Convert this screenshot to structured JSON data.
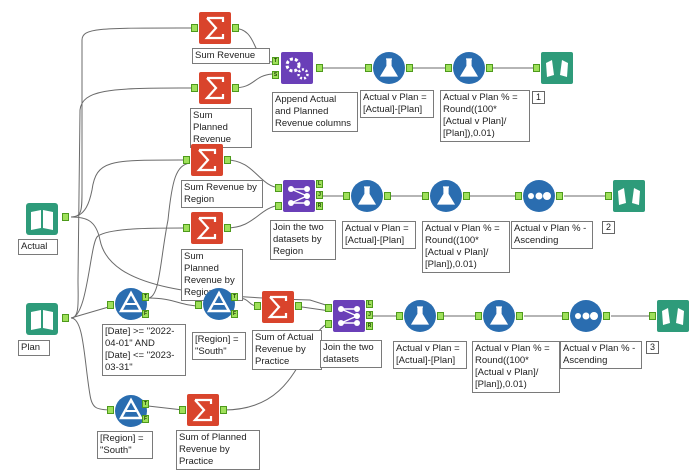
{
  "colors": {
    "summarize": "#d9442c",
    "input": "#2e9b7a",
    "filter": "#2a6db0",
    "formula": "#2a6db0",
    "join": "#6a3fb8",
    "append": "#6a3fb8",
    "sort": "#2a6db0",
    "browse": "#2e9b7a"
  },
  "inputs": {
    "actual": {
      "label": "Actual",
      "icon": "book-icon"
    },
    "plan": {
      "label": "Plan",
      "icon": "book-icon"
    }
  },
  "flow1": {
    "sum_revenue": "Sum Revenue",
    "sum_planned": "Sum Planned\nRevenue",
    "append": "Append Actual\nand Planned\nRevenue columns",
    "formula1": "Actual v Plan =\n[Actual]-[Plan]",
    "formula2": "Actual v Plan % =\nRound((100*\n[Actual v Plan]/\n[Plan]),0.01)",
    "browse_badge": "1"
  },
  "flow2": {
    "sum_revenue": "Sum Revenue by\nRegion",
    "sum_planned": "Sum Planned\nRevenue by\nRegion",
    "join": "Join the two\ndatasets by\nRegion",
    "formula1": "Actual v Plan =\n[Actual]-[Plan]",
    "formula2": "Actual v Plan % =\nRound((100*\n[Actual v Plan]/\n[Plan]),0.01)",
    "sort": "Actual v Plan % -\nAscending",
    "browse_badge": "2"
  },
  "flow3": {
    "filter_date": "[Date] >= \"2022-\n04-01\" AND\n[Date] <= \"2023-\n03-31\"",
    "filter_region": "[Region] =\n\"South\"",
    "sum_actual": "Sum of Actual\nRevenue by\nPractice",
    "join": "Join the two\ndatasets",
    "formula1": "Actual v Plan =\n[Actual]-[Plan]",
    "formula2": "Actual v Plan % =\nRound((100*\n[Actual v Plan]/\n[Plan]),0.01)",
    "sort": "Actual v Plan % -\nAscending",
    "browse_badge": "3"
  },
  "flow4": {
    "filter_region": "[Region] =\n\"South\"",
    "sum_planned": "Sum of Planned\nRevenue by\nPractice"
  },
  "ports": {
    "true": "T",
    "false": "F",
    "left": "L",
    "join": "J",
    "right": "R",
    "target": "T",
    "source": "S"
  }
}
